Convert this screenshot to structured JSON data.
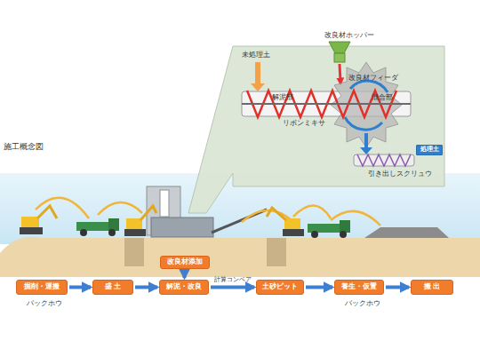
{
  "diagram": {
    "title": "施工概念図",
    "nodes": [
      {
        "text": [
          "掘削・運搬"
        ]
      },
      {
        "text": [
          "盛 土"
        ]
      },
      {
        "text": [
          "解泥・改良"
        ]
      },
      {
        "text": [
          "土砂ピット"
        ]
      },
      {
        "text": [
          "養生・仮置"
        ]
      },
      {
        "text": [
          "搬 出"
        ]
      },
      {
        "text": [
          "改良材添加"
        ]
      },
      {
        "text": [
          "処理土"
        ]
      }
    ],
    "edges": [
      {
        "from": 0,
        "to": 1,
        "arrow": "to"
      },
      {
        "from": 1,
        "to": 2,
        "arrow": "to"
      },
      {
        "from": 2,
        "to": 3,
        "label": "計算コンベア",
        "arrow": "to"
      },
      {
        "from": 3,
        "to": 4,
        "arrow": "to"
      },
      {
        "from": 4,
        "to": 5,
        "arrow": "to"
      },
      {
        "from": 6,
        "to": 2,
        "arrow": "to"
      }
    ],
    "labels": [
      "改良材ホッパー",
      "改良材フィーダ",
      "未処理土",
      "解泥部",
      "混合部",
      "リボンミキサ",
      "引き出しスクリュウ",
      "バックホウ",
      "バックホウ"
    ]
  }
}
